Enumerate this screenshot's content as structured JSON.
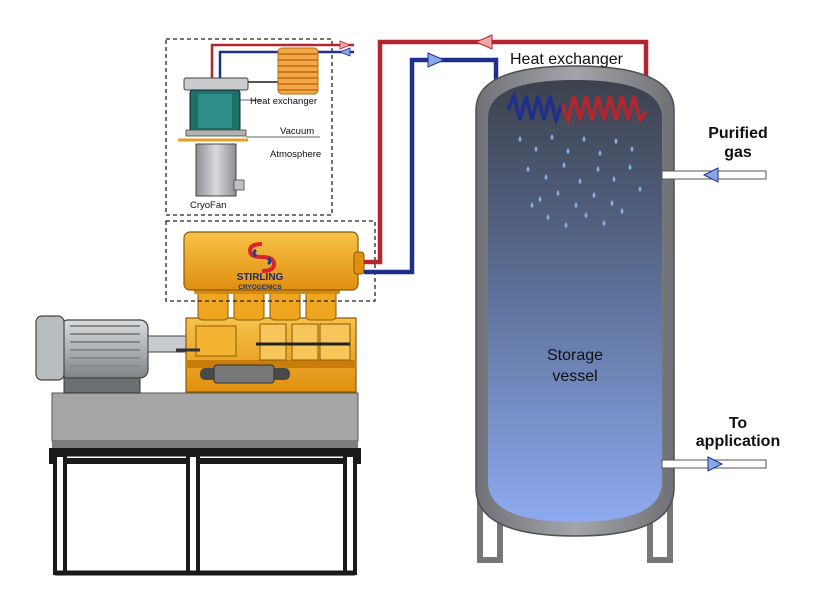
{
  "labels": {
    "heat_exchanger_main": "Heat exchanger",
    "inset_heat_exchanger": "Heat exchanger",
    "inset_vacuum": "Vacuum",
    "inset_atmosphere": "Atmosphere",
    "inset_cryofan": "CryoFan",
    "purified_gas": [
      "Purified",
      "gas"
    ],
    "to_application": [
      "To",
      "application"
    ],
    "storage_vessel": [
      "Storage",
      "vessel"
    ],
    "brand_line1": "STIRLING",
    "brand_line2": "CRYOGENICS"
  },
  "colors": {
    "hot_pipe": "#b3262e",
    "cold_pipe": "#1f2f8c",
    "machine_orange": "#f2a81c",
    "machine_dark": "#c97d0a",
    "vessel_top": "#3f4350",
    "vessel_bottom": "#8eaaf0",
    "vessel_shell": "#8b8d92",
    "frame_gray": "#9b9b9b",
    "motor_gray": "#bfc3c6",
    "droplet": "#7fb0ea",
    "arrow_light_blue": "#86a9e8",
    "arrow_pink": "#f0a6a6"
  },
  "icons": {
    "logo": "stirling-s-logo-icon",
    "flow_arrow": "flow-arrow-icon",
    "droplet": "liquid-droplet-icon"
  }
}
